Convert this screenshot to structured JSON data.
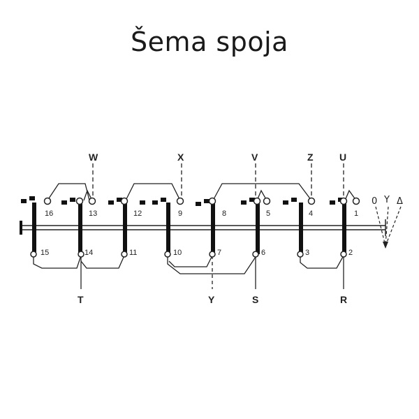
{
  "title": "Šema spoja",
  "phase_labels_top": [
    "W",
    "X",
    "V",
    "Z",
    "U"
  ],
  "phase_labels_bottom": [
    "T",
    "Y",
    "S",
    "R"
  ],
  "terminal_numbers_top": [
    "16",
    "13",
    "12",
    "9",
    "8",
    "5",
    "4",
    "1"
  ],
  "terminal_numbers_bottom": [
    "15",
    "14",
    "11",
    "10",
    "7",
    "6",
    "3",
    "2"
  ],
  "switch_symbols": [
    "0",
    "Y",
    "Δ"
  ],
  "colors": {
    "line": "#222222",
    "bar": "#111111",
    "text": "#1a1a1a"
  }
}
